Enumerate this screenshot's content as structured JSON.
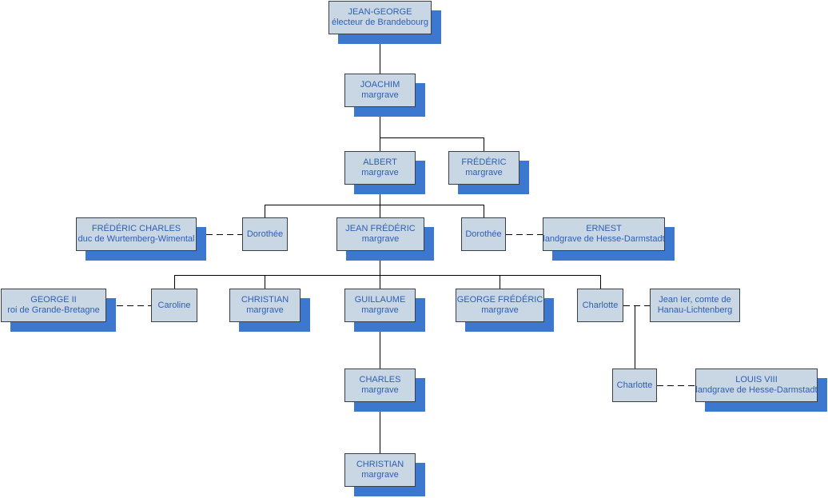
{
  "nodes": {
    "jean_george": {
      "line1": "JEAN-GEORGE",
      "line2": "électeur de Brandebourg"
    },
    "joachim": {
      "line1": "JOACHIM",
      "line2": "margrave"
    },
    "albert": {
      "line1": "ALBERT",
      "line2": "margrave"
    },
    "frederic": {
      "line1": "FRÉDÉRIC",
      "line2": "margrave"
    },
    "frederic_charles": {
      "line1": "FRÉDÉRIC CHARLES",
      "line2": "duc de Wurtemberg-Wimental"
    },
    "dorothee_1": {
      "line1": "Dorothée"
    },
    "jean_frederic": {
      "line1": "JEAN FRÉDÉRIC",
      "line2": "margrave"
    },
    "dorothee_2": {
      "line1": "Dorothée"
    },
    "ernest": {
      "line1": "ERNEST",
      "line2": "landgrave de Hesse-Darmstadt"
    },
    "george_ii": {
      "line1": "GEORGE II",
      "line2": "roi de Grande-Bretagne"
    },
    "caroline": {
      "line1": "Caroline"
    },
    "christian_1": {
      "line1": "CHRISTIAN",
      "line2": "margrave"
    },
    "guillaume": {
      "line1": "GUILLAUME",
      "line2": "margrave"
    },
    "george_frederic": {
      "line1": "GEORGE FRÉDÉRIC",
      "line2": "margrave"
    },
    "charlotte_1": {
      "line1": "Charlotte"
    },
    "jean_ier": {
      "line1": "Jean Ier, comte de",
      "line2": "Hanau-Lichtenberg"
    },
    "charles": {
      "line1": "CHARLES",
      "line2": "margrave"
    },
    "charlotte_2": {
      "line1": "Charlotte"
    },
    "louis_viii": {
      "line1": "LOUIS VIII",
      "line2": "landgrave de Hesse-Darmstadt"
    },
    "christian_2": {
      "line1": "CHRISTIAN",
      "line2": "margrave"
    }
  },
  "colors": {
    "node_fill": "#c9d6e4",
    "node_border": "#3a3f46",
    "shadow": "#3c78d0",
    "text": "#2d5fb4",
    "line": "#000000"
  }
}
